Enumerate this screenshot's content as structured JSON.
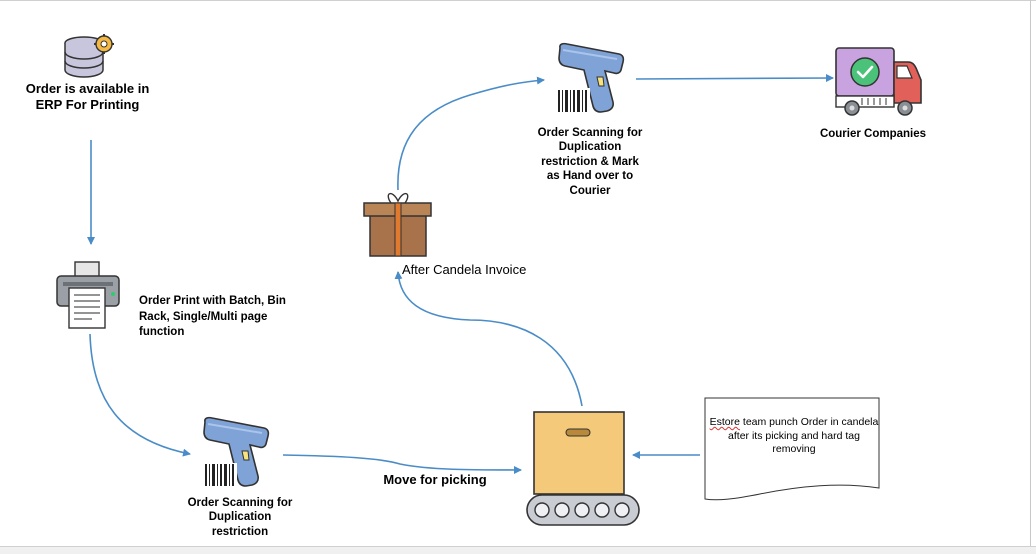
{
  "nodes": {
    "erp": {
      "text": "Order is available in ERP For Printing"
    },
    "print": {
      "text": "Order Print with Batch, Bin Rack, Single/Multi page function"
    },
    "scan_bottom": {
      "text": "Order Scanning for Duplication restriction"
    },
    "move": {
      "text": "Move for picking"
    },
    "invoice": {
      "text": "After Candela Invoice"
    },
    "scan_top": {
      "text": "Order Scanning for Duplication restriction & Mark as Hand over to Courier"
    },
    "courier": {
      "text": "Courier Companies"
    },
    "note": {
      "estore": "Estore",
      "rest": " team punch Order in candela after its picking and hard tag removing"
    }
  },
  "icons": [
    "database-gear-icon",
    "printer-icon",
    "barcode-scanner-icon",
    "conveyor-box-icon",
    "gift-box-icon",
    "delivery-truck-icon",
    "document-note-icon"
  ],
  "colors": {
    "connector": "#4a8cc7",
    "scanner_body": "#7fa3d6",
    "box": "#f5c97a",
    "gift": "#a8724a",
    "truck": "#c9a3e0"
  }
}
